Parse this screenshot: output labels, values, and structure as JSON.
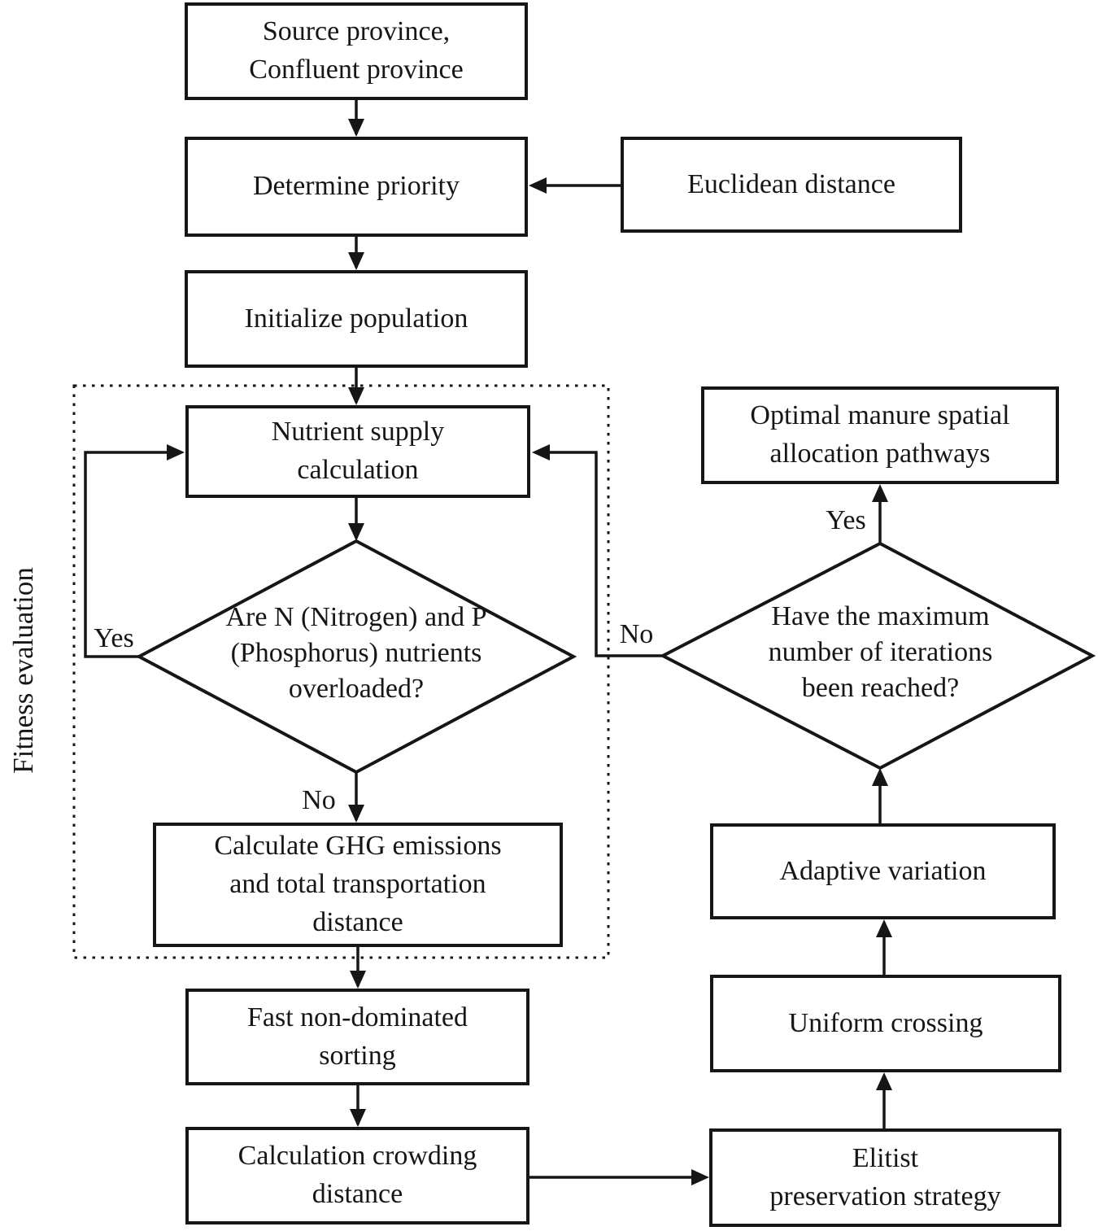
{
  "figure": {
    "type": "flowchart",
    "background_color": "#ffffff",
    "line_color": "#161616",
    "text_color": "#161616"
  },
  "group_label": "Fitness evaluation",
  "nodes": {
    "source": {
      "label": "Source province,\nConfluent province",
      "shape": "rect"
    },
    "determine": {
      "label": "Determine priority",
      "shape": "rect"
    },
    "euclidean": {
      "label": "Euclidean distance",
      "shape": "rect"
    },
    "initialize": {
      "label": "Initialize population",
      "shape": "rect"
    },
    "nutrient": {
      "label": "Nutrient supply\ncalculation",
      "shape": "rect"
    },
    "overload": {
      "label": "Are N (Nitrogen) and P\n(Phosphorus) nutrients\noverloaded?",
      "shape": "diamond"
    },
    "ghg": {
      "label": "Calculate GHG emissions\nand total transportation\ndistance",
      "shape": "rect"
    },
    "fast": {
      "label": "Fast non-dominated\nsorting",
      "shape": "rect"
    },
    "crowding": {
      "label": "Calculation crowding\ndistance",
      "shape": "rect"
    },
    "elitist": {
      "label": "Elitist\npreservation strategy",
      "shape": "rect"
    },
    "uniform": {
      "label": "Uniform crossing",
      "shape": "rect"
    },
    "adaptive": {
      "label": "Adaptive variation",
      "shape": "rect"
    },
    "iterations": {
      "label": "Have the maximum\nnumber of iterations\nbeen reached?",
      "shape": "diamond"
    },
    "optimal": {
      "label": "Optimal manure spatial\nallocation pathways",
      "shape": "rect"
    }
  },
  "branch_labels": {
    "overload_yes": "Yes",
    "overload_no": "No",
    "iterations_yes": "Yes",
    "iterations_no": "No"
  },
  "edges": [
    {
      "from": "source",
      "to": "determine"
    },
    {
      "from": "euclidean",
      "to": "determine"
    },
    {
      "from": "determine",
      "to": "initialize"
    },
    {
      "from": "initialize",
      "to": "nutrient"
    },
    {
      "from": "nutrient",
      "to": "overload"
    },
    {
      "from": "overload",
      "to": "nutrient",
      "label": "Yes"
    },
    {
      "from": "overload",
      "to": "ghg",
      "label": "No"
    },
    {
      "from": "ghg",
      "to": "fast"
    },
    {
      "from": "fast",
      "to": "crowding"
    },
    {
      "from": "crowding",
      "to": "elitist"
    },
    {
      "from": "elitist",
      "to": "uniform"
    },
    {
      "from": "uniform",
      "to": "adaptive"
    },
    {
      "from": "adaptive",
      "to": "iterations"
    },
    {
      "from": "iterations",
      "to": "optimal",
      "label": "Yes"
    },
    {
      "from": "iterations",
      "to": "nutrient",
      "label": "No"
    }
  ]
}
